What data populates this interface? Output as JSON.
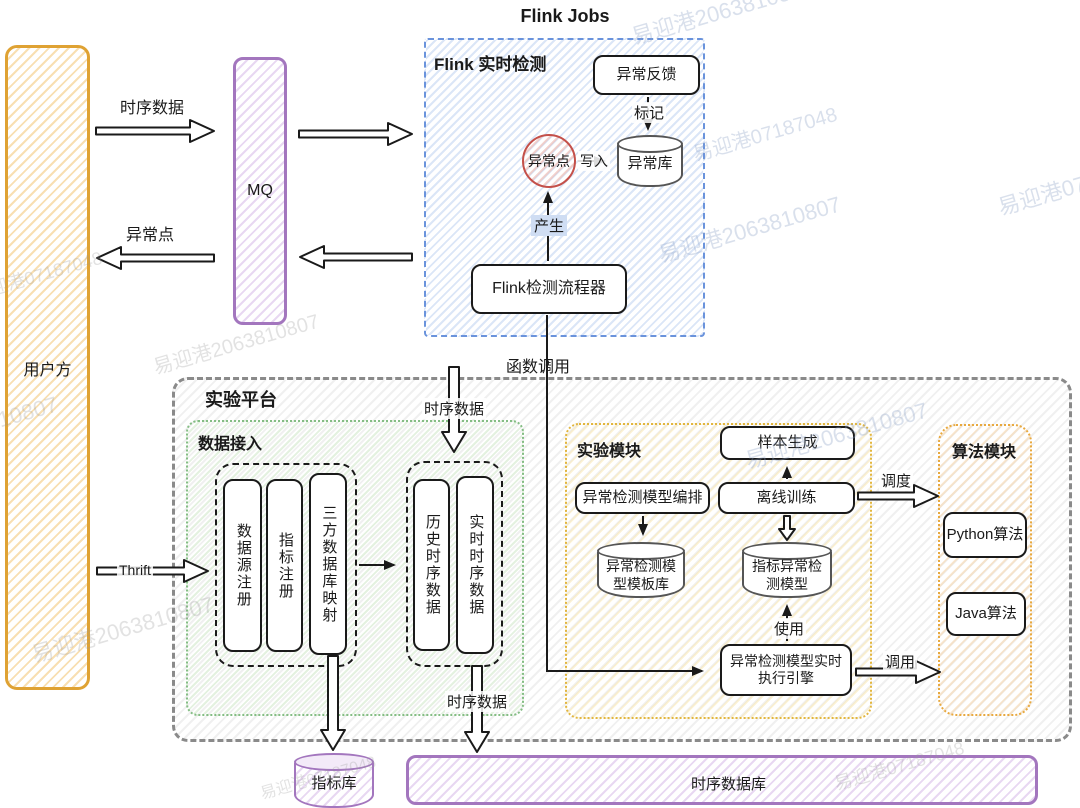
{
  "title": "Flink Jobs",
  "watermarks": {
    "a": "易迎港2063810807",
    "b": "易迎港07187048"
  },
  "nodes": {
    "user": "用户方",
    "mq": "MQ",
    "flink_zone": "Flink 实时检测",
    "anomaly_feedback": "异常反馈",
    "anomaly_db": "异常库",
    "anomaly_point": "异常点",
    "flink_detector": "Flink检测流程器",
    "platform": "实验平台",
    "data_access": "数据接入",
    "datasource_register": "数据源注册",
    "metric_register": "指标注册",
    "third_db_mapping": "三方数据库映射",
    "history_ts": "历史时序数据",
    "realtime_ts": "实时时序数据",
    "exp_module": "实验模块",
    "sample_gen": "样本生成",
    "model_arrange": "异常检测模型编排",
    "offline_train": "离线训练",
    "model_template_db": "异常检测模型模板库",
    "metric_model_db": "指标异常检测模型",
    "rt_engine": "异常检测模型实时执行引擎",
    "algo_module": "算法模块",
    "python_algo": "Python算法",
    "java_algo": "Java算法",
    "metric_db": "指标库",
    "ts_db": "时序数据库"
  },
  "labels": {
    "ts_data_user_mq": "时序数据",
    "anomaly_pt_mq_user": "异常点",
    "mark": "标记",
    "write": "写入",
    "produce": "产生",
    "func_call": "函数调用",
    "ts_data_down": "时序数据",
    "ts_data_bottom": "时序数据",
    "thrift": "Thrift",
    "schedule": "调度",
    "invoke": "调用",
    "use": "使用"
  }
}
